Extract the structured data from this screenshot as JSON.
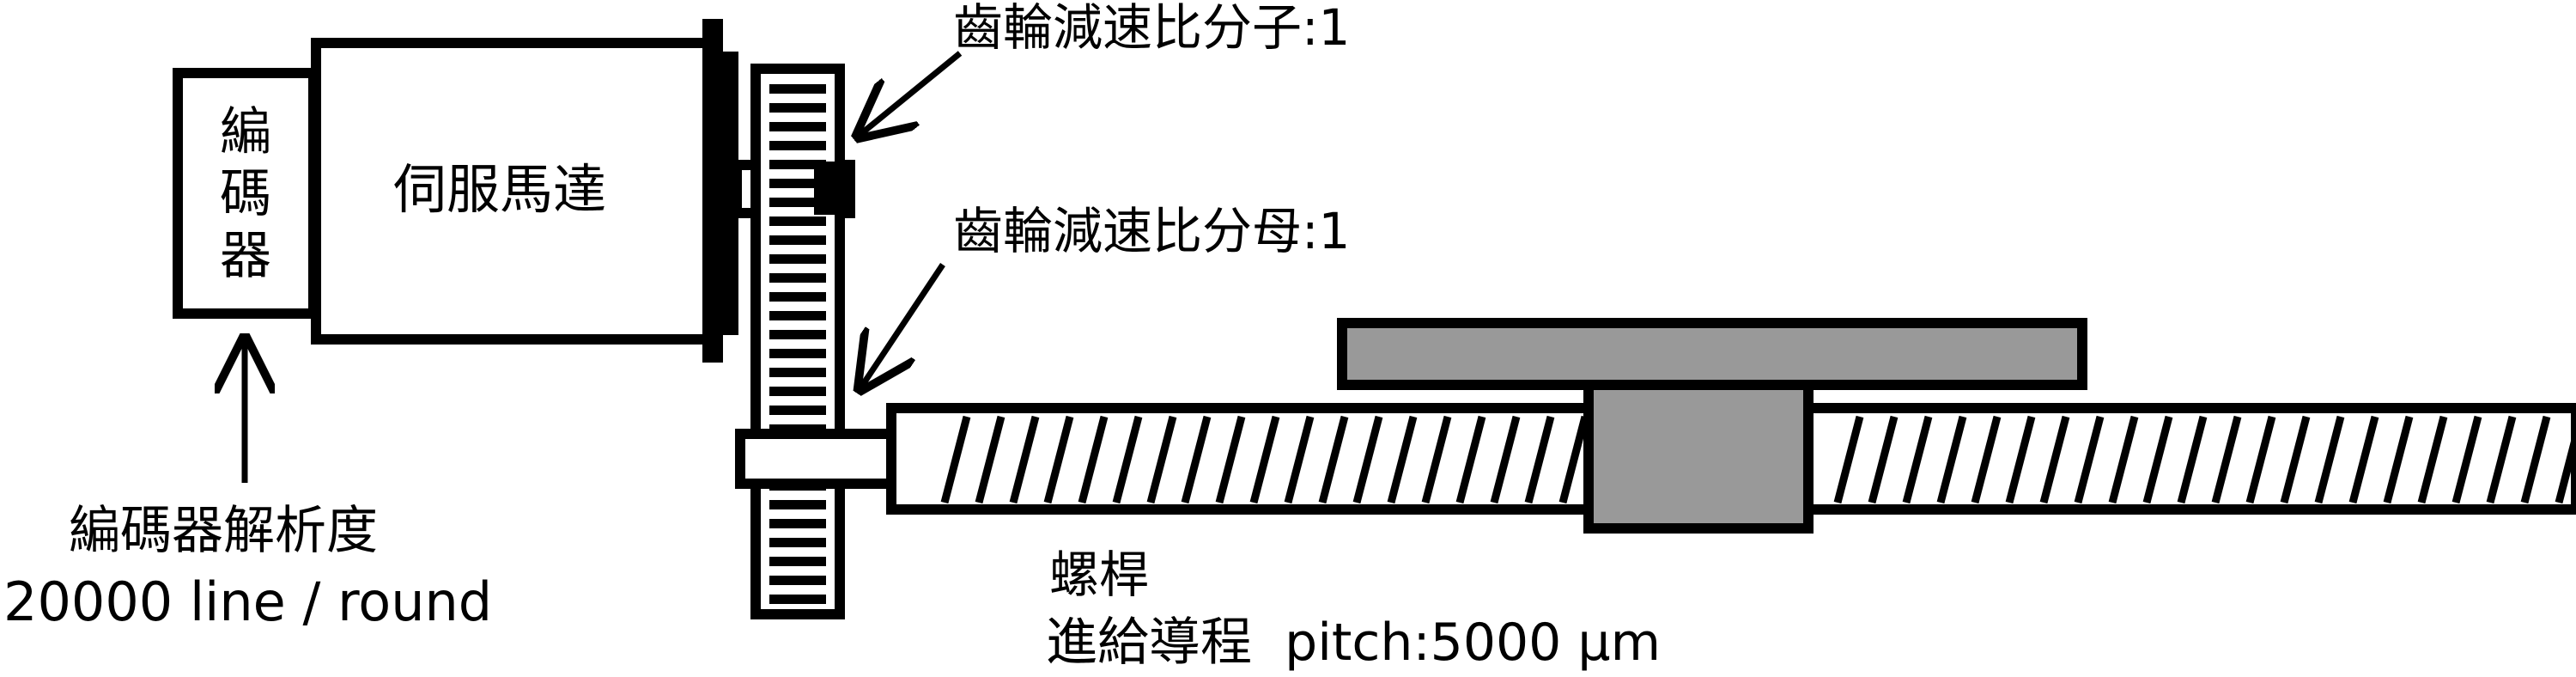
{
  "encoder": {
    "chars": [
      "編",
      "碼",
      "器"
    ]
  },
  "motor": {
    "label": "伺服馬達"
  },
  "gear_ratio_numerator": {
    "text": "齒輪減速比分子:1"
  },
  "gear_ratio_denominator": {
    "text": "齒輪減速比分母:1"
  },
  "encoder_resolution": {
    "title": "編碼器解析度",
    "value": "20000 line / round"
  },
  "screw": {
    "name": "螺桿",
    "pitch_label": "進給導程  pitch:5000 μm"
  },
  "colors": {
    "stroke": "#000000",
    "fill": "#ffffff",
    "table": "#999999"
  }
}
